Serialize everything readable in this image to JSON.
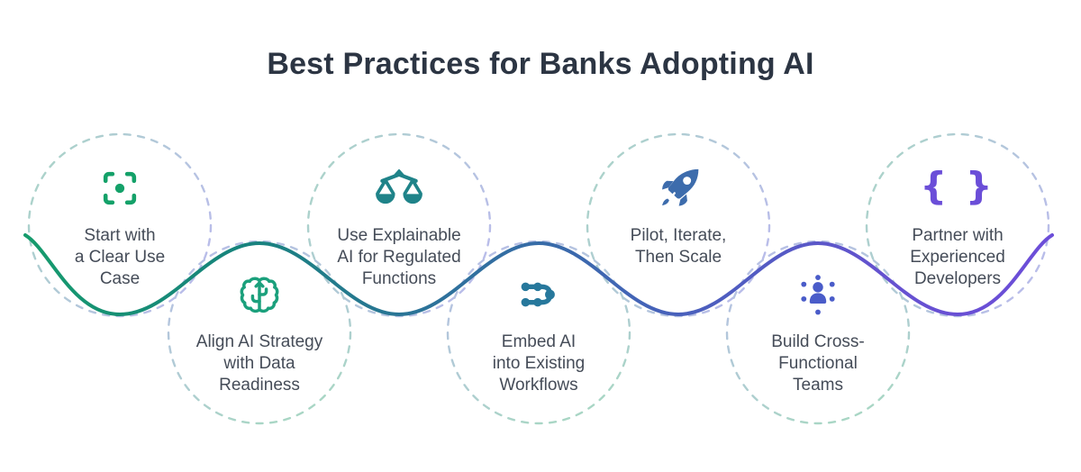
{
  "title": "Best Practices for Banks Adopting AI",
  "wave": {
    "gradient": [
      "#16a06a",
      "#17847c",
      "#2e719c",
      "#4463b8",
      "#6452cf",
      "#6f4cdc"
    ],
    "stroke_width": 4
  },
  "dashed_circle_colors": {
    "pale_teal": "#a9d6c5",
    "pale_lavender": "#b9bde9"
  },
  "items": [
    {
      "id": "clear-use-case",
      "icon": "focus-frame-icon",
      "color": "#14a169",
      "lines": [
        "Start with",
        "a Clear Use",
        "Case"
      ]
    },
    {
      "id": "data-readiness",
      "icon": "brain-icon",
      "color": "#1ba07c",
      "lines": [
        "Align AI Strategy",
        "with Data",
        "Readiness"
      ]
    },
    {
      "id": "explainable-ai",
      "icon": "scales-icon",
      "color": "#1f8389",
      "lines": [
        "Use Explainable",
        "AI for Regulated",
        "Functions"
      ]
    },
    {
      "id": "embed-workflows",
      "icon": "workflow-icon",
      "color": "#27789c",
      "lines": [
        "Embed AI",
        "into Existing",
        "Workflows"
      ]
    },
    {
      "id": "pilot-iterate-scale",
      "icon": "rocket-icon",
      "color": "#3d6cac",
      "lines": [
        "Pilot, Iterate,",
        "Then Scale"
      ]
    },
    {
      "id": "cross-functional-teams",
      "icon": "team-icon",
      "color": "#4a5cc9",
      "lines": [
        "Build Cross-",
        "Functional",
        "Teams"
      ]
    },
    {
      "id": "partner-developers",
      "icon": "code-braces-icon",
      "color": "#6b4ed8",
      "lines": [
        "Partner with",
        "Experienced",
        "Developers"
      ],
      "glyph": "{ }"
    }
  ]
}
